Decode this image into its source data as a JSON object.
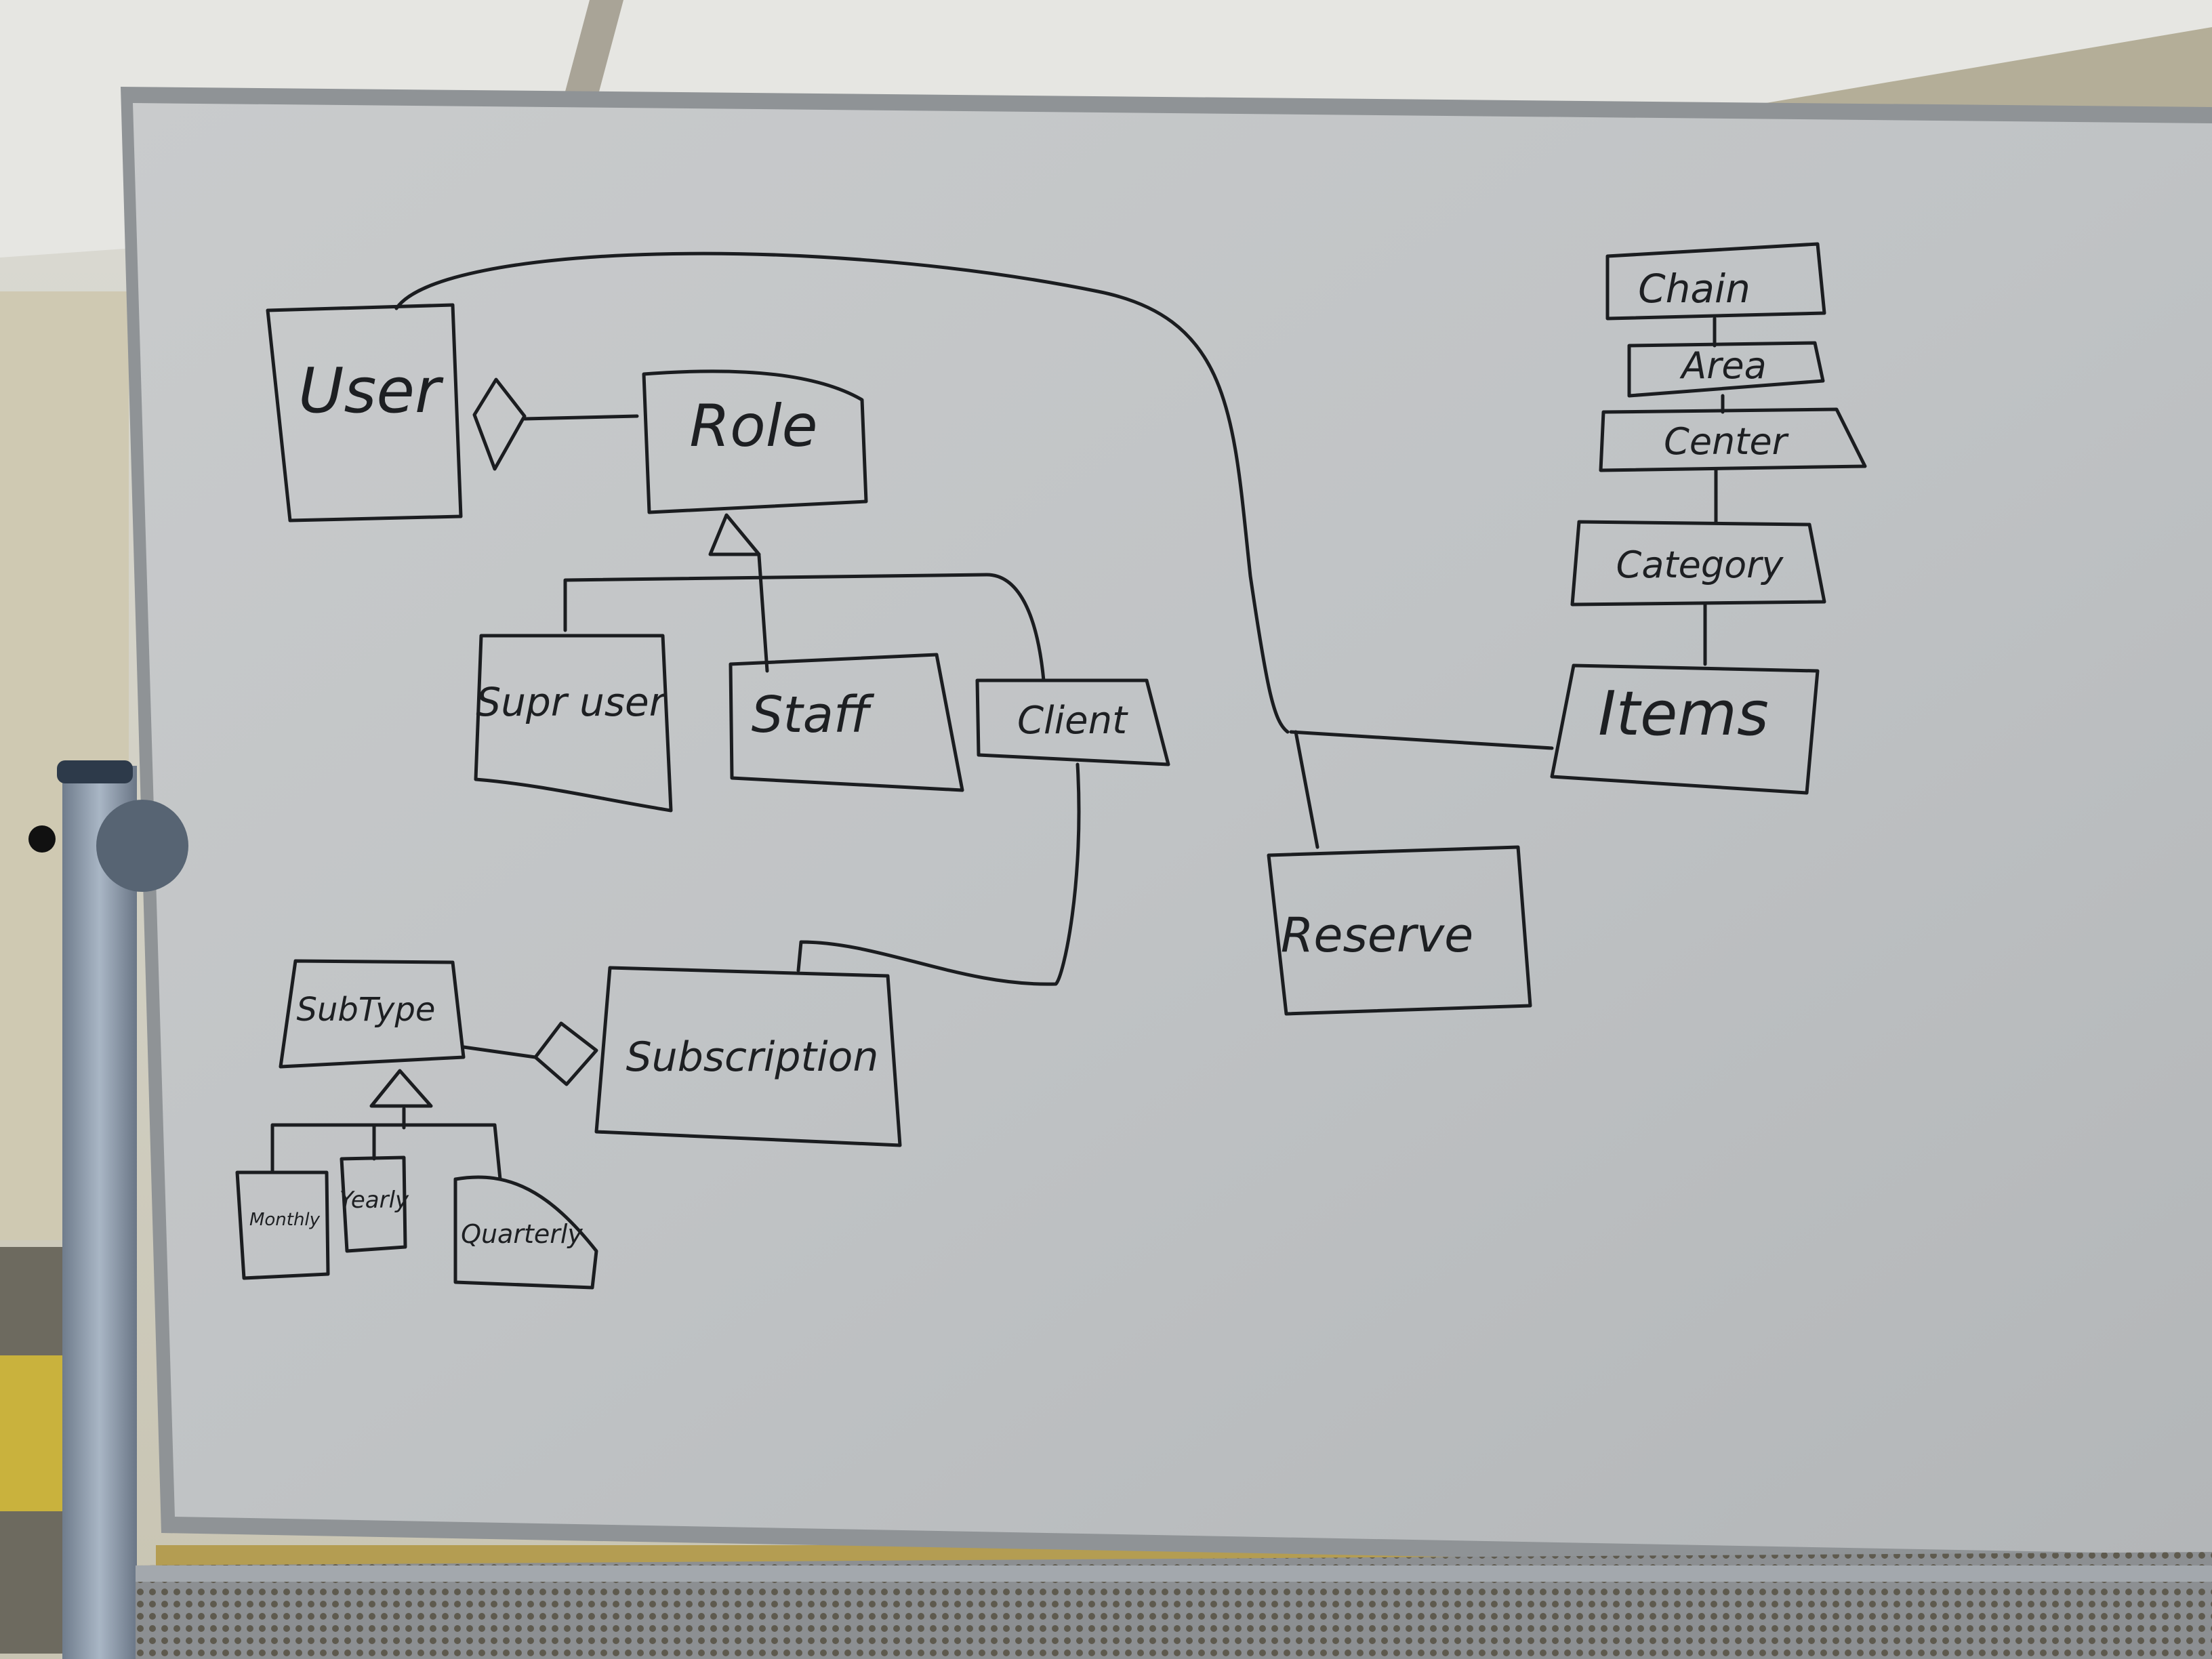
{
  "whiteboard": {
    "nodes": {
      "user": "User",
      "role": "Role",
      "super_user": "Supr user",
      "staff": "Staff",
      "client": "Client",
      "subscription": "Subscription",
      "subtype": "SubType",
      "monthly": "Monthly",
      "yearly": "Yearly",
      "quarterly": "Quarterly",
      "reserve": "Reserve",
      "chain": "Chain",
      "area": "Area",
      "center": "Center",
      "category": "Category",
      "items": "Items"
    }
  }
}
